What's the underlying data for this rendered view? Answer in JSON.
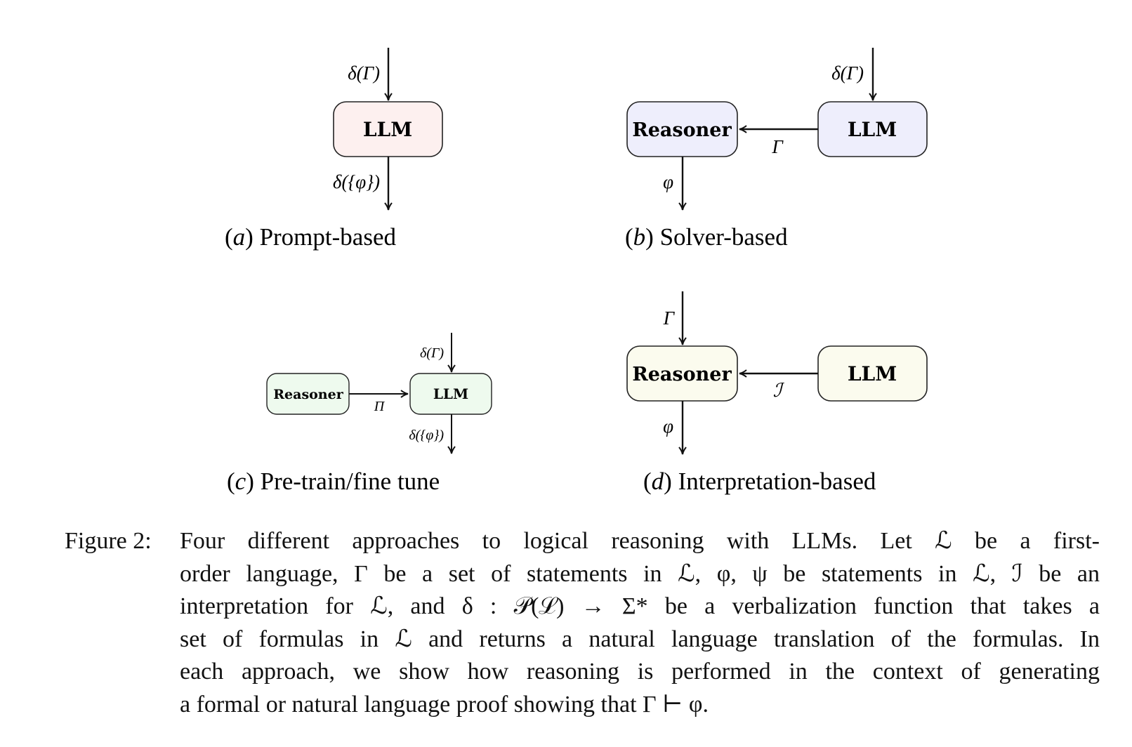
{
  "figure": {
    "panels": [
      {
        "id": "a",
        "subcaption_letter": "a",
        "subcaption_text": "Prompt-based",
        "fill": "#fdf0ef",
        "boxes": [
          {
            "label": "LLM"
          }
        ],
        "edges": [
          {
            "from": "input",
            "to": "LLM",
            "label": "δ(Γ)"
          },
          {
            "from": "LLM",
            "to": "output",
            "label": "δ({φ})"
          }
        ]
      },
      {
        "id": "b",
        "subcaption_letter": "b",
        "subcaption_text": "Solver-based",
        "fill": "#eeeefc",
        "boxes": [
          {
            "label": "Reasoner"
          },
          {
            "label": "LLM"
          }
        ],
        "edges": [
          {
            "from": "input",
            "to": "LLM",
            "label": "δ(Γ)"
          },
          {
            "from": "LLM",
            "to": "Reasoner",
            "label": "Γ"
          },
          {
            "from": "Reasoner",
            "to": "output",
            "label": "φ"
          }
        ]
      },
      {
        "id": "c",
        "subcaption_letter": "c",
        "subcaption_text": "Pre-train/fine tune",
        "fill": "#eefaee",
        "boxes": [
          {
            "label": "Reasoner"
          },
          {
            "label": "LLM"
          }
        ],
        "edges": [
          {
            "from": "Reasoner",
            "to": "LLM",
            "label": "Π"
          },
          {
            "from": "input",
            "to": "LLM",
            "label": "δ(Γ)"
          },
          {
            "from": "LLM",
            "to": "output",
            "label": "δ({φ})"
          }
        ]
      },
      {
        "id": "d",
        "subcaption_letter": "d",
        "subcaption_text": "Interpretation-based",
        "fill": "#fbfbee",
        "boxes": [
          {
            "label": "Reasoner"
          },
          {
            "label": "LLM"
          }
        ],
        "edges": [
          {
            "from": "input",
            "to": "Reasoner",
            "label": "Γ"
          },
          {
            "from": "LLM",
            "to": "Reasoner",
            "label": "ℐ"
          },
          {
            "from": "Reasoner",
            "to": "output",
            "label": "φ"
          }
        ]
      }
    ],
    "caption": {
      "label": "Figure 2:",
      "lines": [
        "Four different approaches to logical reasoning with LLMs.  Let ℒ be a first-",
        "order language, Γ be a set of statements in ℒ, φ, ψ be statements in ℒ, ℐ be an",
        "interpretation for ℒ, and δ : 𝒫(ℒ) → Σ* be a verbalization function that takes a",
        "set of formulas in ℒ and returns a natural language translation of the formulas. In",
        "each approach, we show how reasoning is performed in the context of generating",
        "a formal or natural language proof showing that Γ ⊢ φ."
      ]
    }
  }
}
